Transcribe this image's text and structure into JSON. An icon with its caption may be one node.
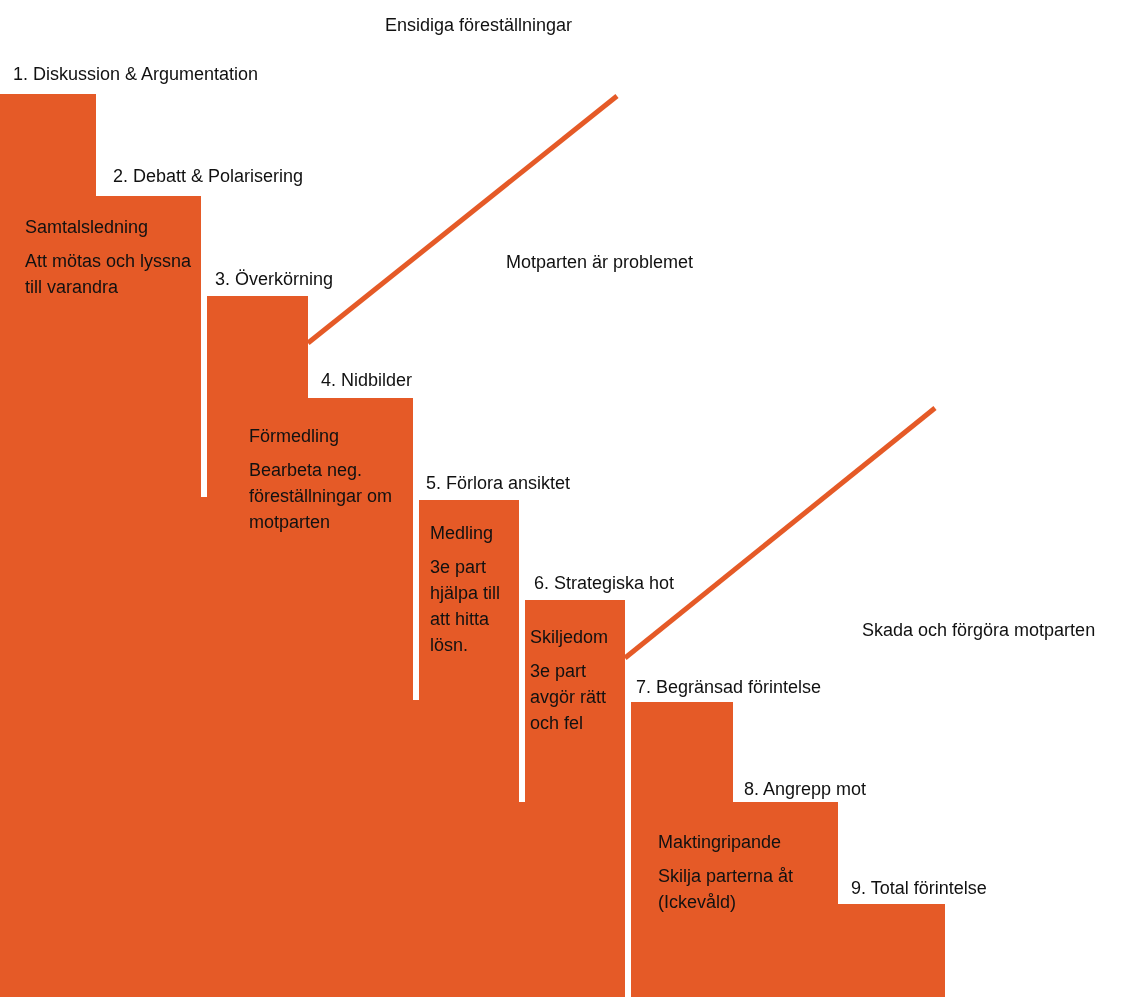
{
  "diagram": {
    "nodes": [
      {
        "text": [
          "Samtalsledning",
          "Att mötas och lyssna till varandra"
        ]
      },
      {
        "text": [
          "Förmedling",
          "Bearbeta neg. föreställningar om motparten"
        ]
      },
      {
        "text": [
          "Medling",
          "3e part hjälpa till att hitta lösn."
        ]
      },
      {
        "text": [
          "Skiljedom",
          "3e part avgör rätt och fel"
        ]
      },
      {
        "text": [
          "Maktingripande",
          "Skilja parterna åt (Ickevåld)"
        ]
      }
    ],
    "labels": [
      "Ensidiga föreställningar",
      "1. Diskussion & Argumentation",
      "2. Debatt & Polarisering",
      "3. Överkörning",
      "Motparten är problemet",
      "4. Nidbilder",
      "5. Förlora ansiktet",
      "6. Strategiska hot",
      "Skada och förgöra motparten",
      "7. Begränsad förintelse",
      "8. Angrepp mot",
      "9. Total förintelse"
    ]
  }
}
